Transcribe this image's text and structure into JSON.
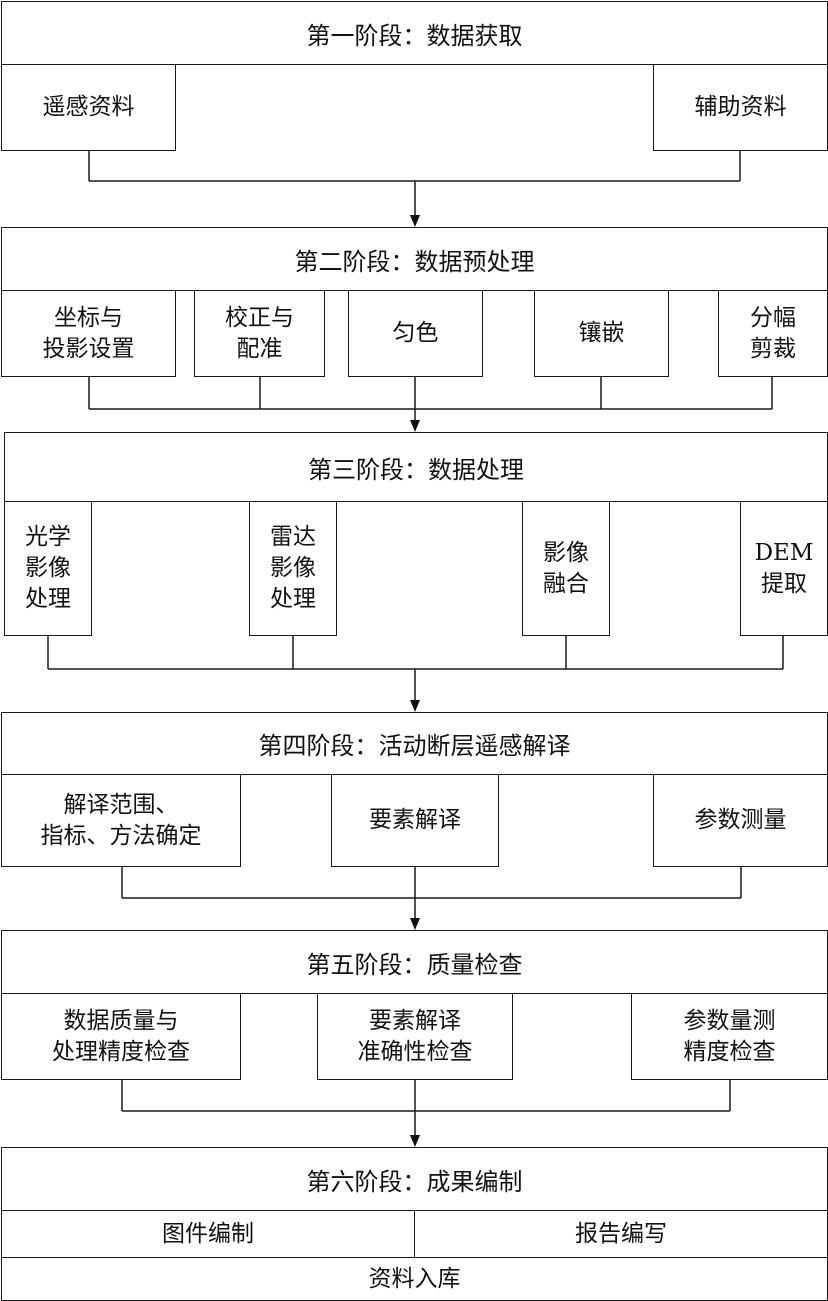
{
  "diagram": {
    "stages": [
      {
        "title": "第一阶段：数据获取",
        "items": [
          "遥感资料",
          "辅助资料"
        ]
      },
      {
        "title": "第二阶段：数据预处理",
        "items": [
          "坐标与\n投影设置",
          "校正与\n配准",
          "匀色",
          "镶嵌",
          "分幅\n剪裁"
        ]
      },
      {
        "title": "第三阶段：数据处理",
        "items": [
          "光学\n影像\n处理",
          "雷达\n影像\n处理",
          "影像\n融合",
          "DEM\n提取"
        ]
      },
      {
        "title": "第四阶段：活动断层遥感解译",
        "items": [
          "解译范围、\n指标、方法确定",
          "要素解译",
          "参数测量"
        ]
      },
      {
        "title": "第五阶段：质量检查",
        "items": [
          "数据质量与\n处理精度检查",
          "要素解译\n准确性检查",
          "参数量测\n精度检查"
        ]
      },
      {
        "title": "第六阶段：成果编制",
        "items": [
          "图件编制",
          "报告编写"
        ],
        "footer": "资料入库"
      }
    ]
  }
}
